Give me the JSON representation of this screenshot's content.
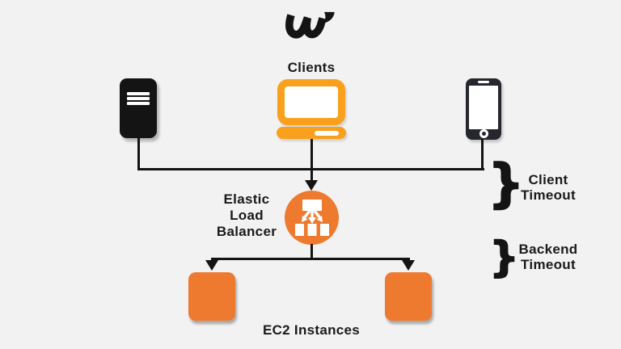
{
  "colors": {
    "canvas_bg": "#f2f2f2",
    "ink": "#1a1a1a",
    "line_black": "#141414",
    "laptop_orange": "#f9a11c",
    "aws_orange": "#ee7a30",
    "device_dark": "#26262e"
  },
  "icons": {
    "brand": "brand-w-logo-icon",
    "server": "server-icon",
    "laptop": "laptop-icon",
    "smartphone": "smartphone-icon",
    "load_balancer": "load-balancer-icon",
    "ec2_instance": "ec2-instance-icon",
    "brace": "curly-brace"
  },
  "nodes": {
    "clients_label": "Clients",
    "elb_label_lines": [
      "Elastic",
      "Load",
      "Balancer"
    ],
    "ec2_label": "EC2 Instances"
  },
  "annotations": {
    "brace_glyph": "}",
    "client_timeout_lines": [
      "Client",
      "Timeout"
    ],
    "backend_timeout_lines": [
      "Backend",
      "Timeout"
    ]
  }
}
